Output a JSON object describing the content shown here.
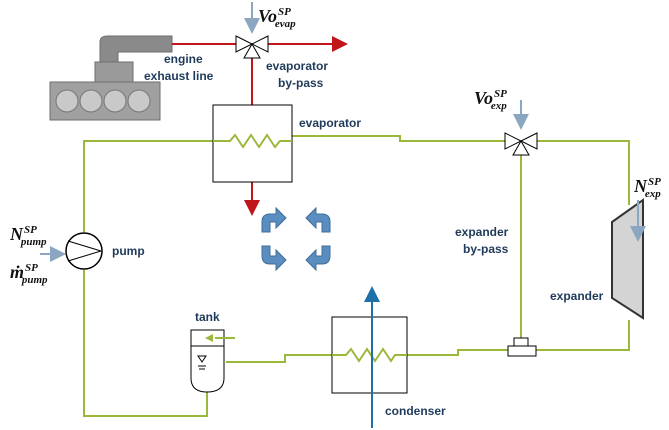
{
  "labels": {
    "engine": "engine",
    "exhaust_line": "exhaust line",
    "evaporator_bypass_1": "evaporator",
    "evaporator_bypass_2": "by-pass",
    "evaporator": "evaporator",
    "pump": "pump",
    "tank": "tank",
    "condenser": "condenser",
    "expander": "expander",
    "expander_bypass_1": "expander",
    "expander_bypass_2": "by-pass"
  },
  "symbols": {
    "vo_evap": {
      "base": "Vo",
      "sup": "SP",
      "sub": "evap"
    },
    "vo_exp": {
      "base": "Vo",
      "sup": "SP",
      "sub": "exp"
    },
    "n_exp": {
      "base": "N",
      "sup": "SP",
      "sub": "exp"
    },
    "n_pump": {
      "base": "N",
      "sup": "SP",
      "sub": "pump"
    },
    "m_pump": {
      "base": "ṁ",
      "sup": "SP",
      "sub": "pump"
    }
  },
  "colors": {
    "working_fluid": "#9ab83a",
    "exhaust_gas": "#c0161b",
    "coolant": "#1f6fa8",
    "setpoint_arrow": "#8aa6c1",
    "cycle_arrows": "#5a8ec0",
    "engine_gray": "#8a8a8a"
  }
}
